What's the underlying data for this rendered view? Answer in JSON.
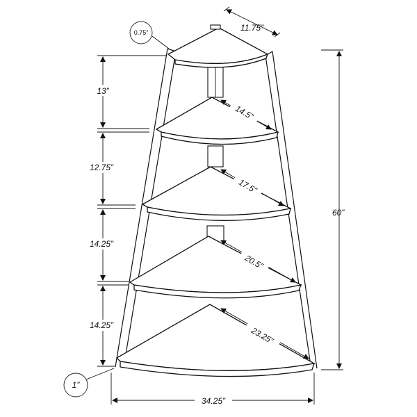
{
  "dimensions": {
    "top_depth": "11.75”",
    "leg_thickness": "0.75”",
    "total_height": "60”",
    "gap_1": "13”",
    "gap_2": "12.75”",
    "gap_3": "14.25”",
    "gap_4": "14.25”",
    "shelf_2_depth": "14.5”",
    "shelf_3_depth": "17.5”",
    "shelf_4_depth": "20.5”",
    "shelf_5_depth": "23.25”",
    "base_thickness": "1”",
    "total_width": "34.25”"
  },
  "colors": {
    "line": "#111111",
    "background": "#ffffff"
  }
}
